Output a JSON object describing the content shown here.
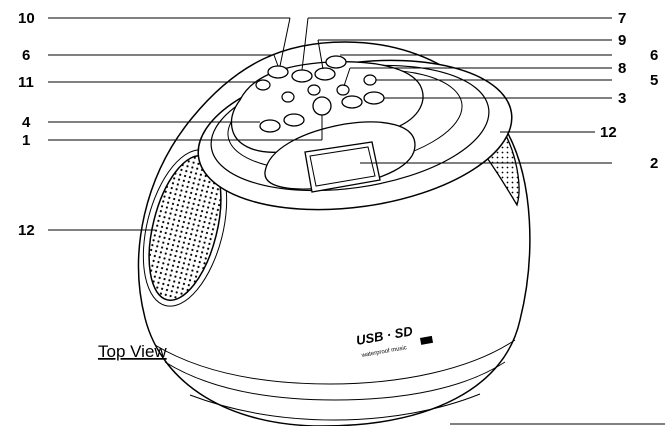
{
  "caption": "Top View",
  "branding": {
    "mark": "USB · SD",
    "sub": "waterproof music"
  },
  "callouts": {
    "c10": "10",
    "c7": "7",
    "c6_left": "6",
    "c9": "9",
    "c6_right": "6",
    "c11": "11",
    "c8": "8",
    "c5": "5",
    "c4": "4",
    "c3": "3",
    "c1": "1",
    "c12_right": "12",
    "c2": "2",
    "c12_left": "12"
  },
  "icons": [
    "speaker-grille-icon"
  ]
}
